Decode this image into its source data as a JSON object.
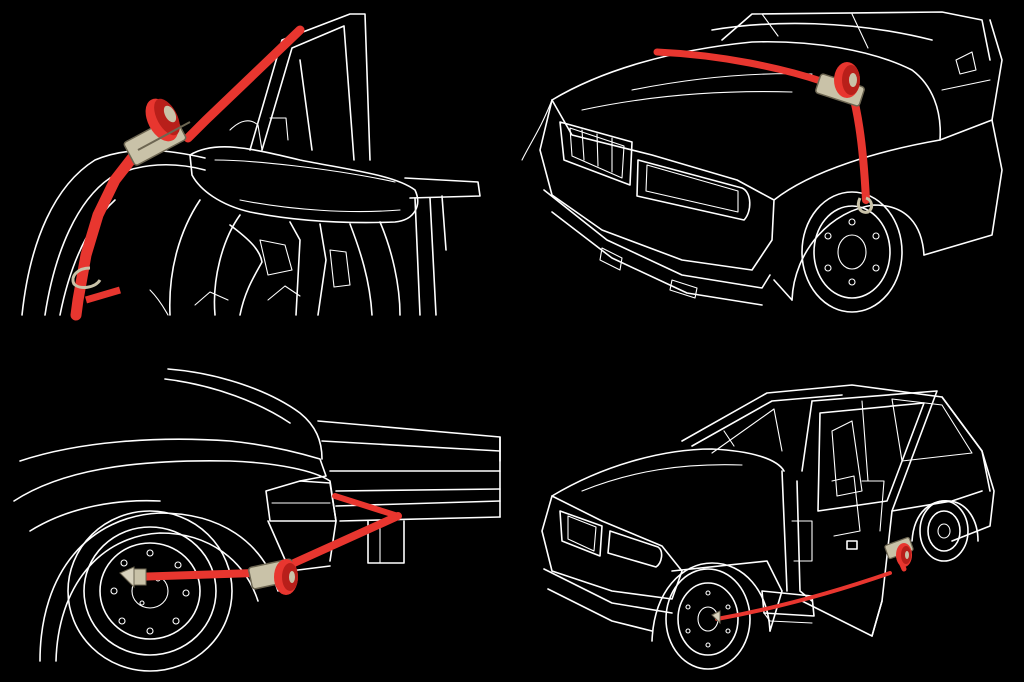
{
  "colors": {
    "background": "#000000",
    "line": "#ffffff",
    "strap": "#e8362f",
    "strap_shadow": "#b81f1a",
    "ratchet_metal": "#c9c2a8",
    "ratchet_dark": "#6d6652",
    "hook": "#d8d2bd"
  },
  "panels": [
    {
      "id": "seat-strap",
      "icon": "ratchet-strap-icon"
    },
    {
      "id": "hood-strap",
      "icon": "ratchet-strap-icon"
    },
    {
      "id": "wheel-strap",
      "icon": "ratchet-strap-icon"
    },
    {
      "id": "door-strap",
      "icon": "ratchet-strap-icon"
    }
  ]
}
